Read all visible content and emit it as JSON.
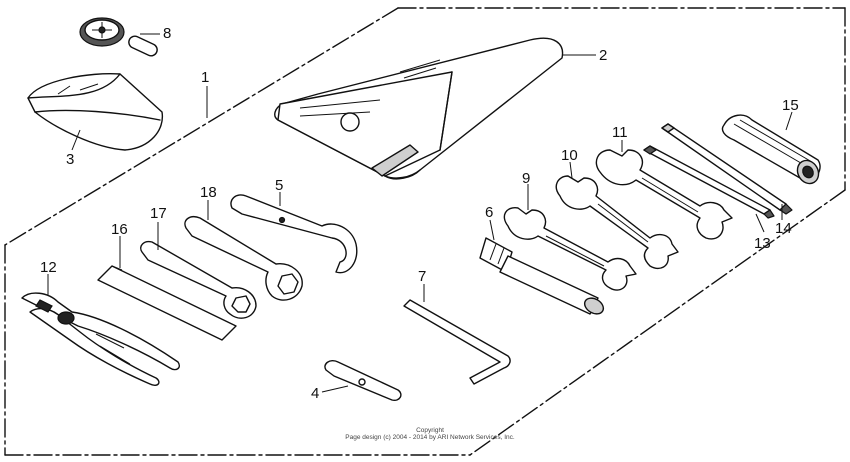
{
  "parts": [
    {
      "number": "1",
      "name": "tool-kit-outline"
    },
    {
      "number": "2",
      "name": "tool-roll-bag"
    },
    {
      "number": "3",
      "name": "pouch"
    },
    {
      "number": "4",
      "name": "spark-plug-gap-tool"
    },
    {
      "number": "5",
      "name": "pin-spanner"
    },
    {
      "number": "6",
      "name": "spark-plug-wrench"
    },
    {
      "number": "7",
      "name": "hex-key"
    },
    {
      "number": "8",
      "name": "tire-gauge"
    },
    {
      "number": "9",
      "name": "open-end-wrench-small"
    },
    {
      "number": "10",
      "name": "open-end-wrench-medium"
    },
    {
      "number": "11",
      "name": "open-end-wrench-large"
    },
    {
      "number": "12",
      "name": "pliers"
    },
    {
      "number": "13",
      "name": "screwdriver-blade-phillips"
    },
    {
      "number": "14",
      "name": "screwdriver-blade-flat"
    },
    {
      "number": "15",
      "name": "screwdriver-handle"
    },
    {
      "number": "16",
      "name": "flat-bar"
    },
    {
      "number": "17",
      "name": "wrench-bar"
    },
    {
      "number": "18",
      "name": "box-wrench"
    }
  ],
  "copyright": {
    "line1": "Copyright",
    "line2": "Page design (c) 2004 - 2014 by ARI Network Services, Inc."
  }
}
